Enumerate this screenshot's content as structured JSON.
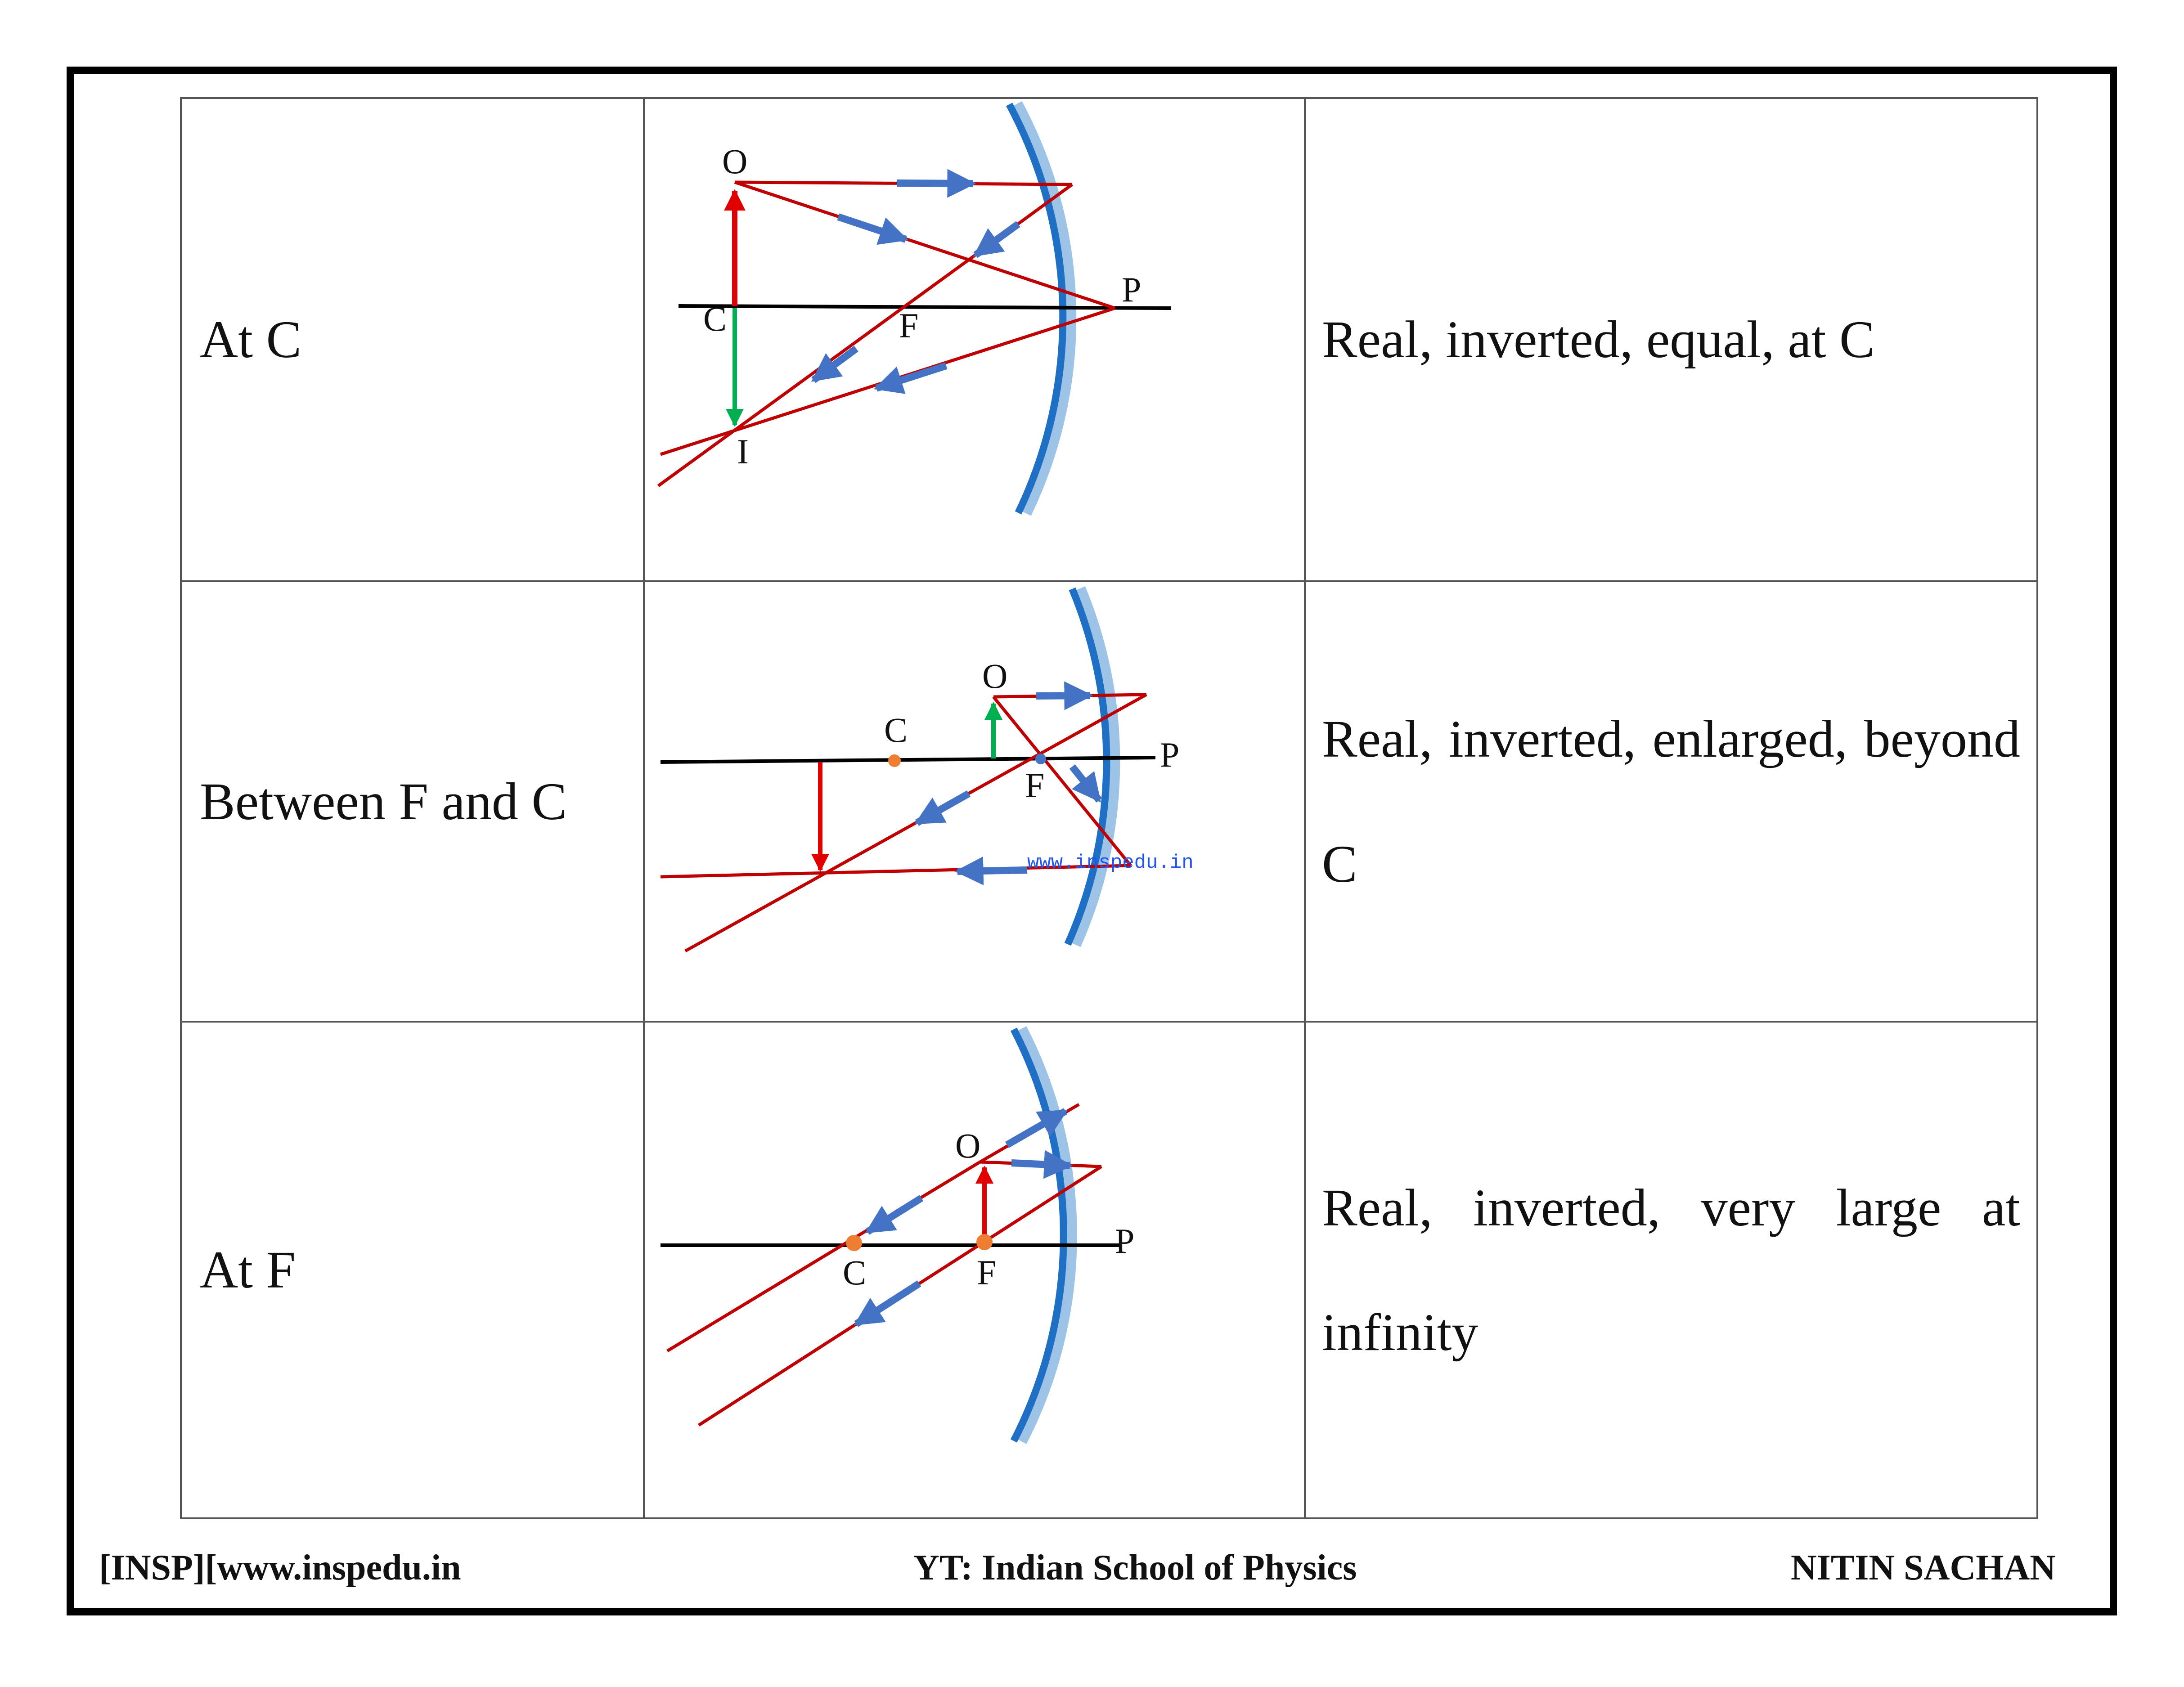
{
  "rows": [
    {
      "position": "At C",
      "nature": "Real, inverted, equal, at C",
      "labels": {
        "O": "O",
        "C": "C",
        "F": "F",
        "P": "P",
        "I": "I"
      }
    },
    {
      "position": "Between F and C",
      "nature_first": "Real, inverted, enlarged, beyond",
      "nature_last": "C",
      "labels": {
        "O": "O",
        "C": "C",
        "F": "F",
        "P": "P"
      },
      "watermark": "www.inspedu.in"
    },
    {
      "position": "At F",
      "nature_first": "Real, inverted, very large at",
      "nature_last": "infinity",
      "labels": {
        "O": "O",
        "C": "C",
        "F": "F",
        "P": "P"
      }
    }
  ],
  "footer": {
    "left": "[INSP][www.inspedu.in",
    "center": "YT: Indian School of Physics",
    "right": "NITIN SACHAN"
  },
  "colors": {
    "ray": "#c00000",
    "arrow": "#4472c4",
    "mirror": "#1f6fc5",
    "mirror_back": "#9dc3e6",
    "object": "#e00000",
    "image": "#00b050",
    "point": "#ed7d31"
  }
}
